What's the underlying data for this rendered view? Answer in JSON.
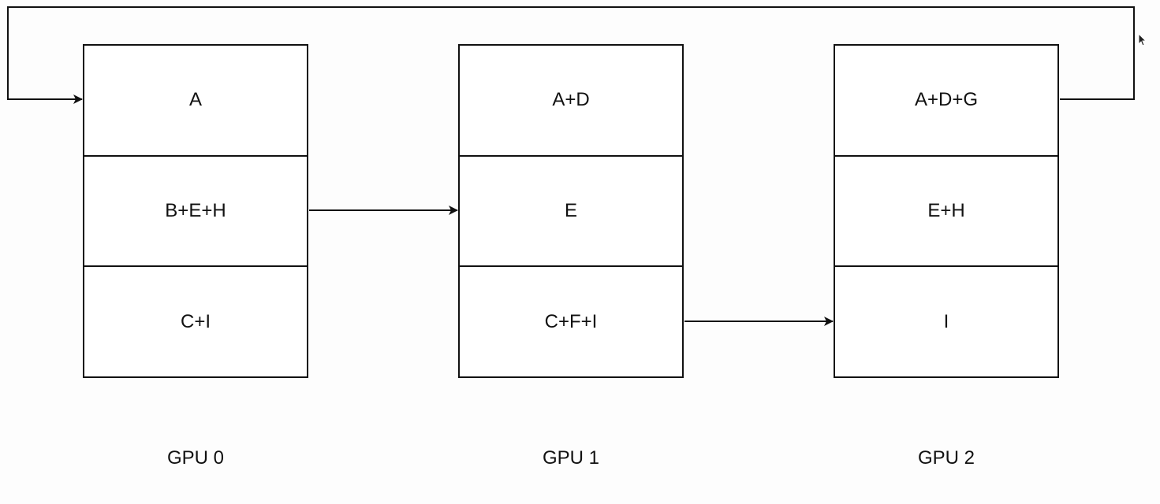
{
  "gpus": [
    {
      "label": "GPU 0",
      "cells": [
        "A",
        "B+E+H",
        "C+I"
      ]
    },
    {
      "label": "GPU 1",
      "cells": [
        "A+D",
        "E",
        "C+F+I"
      ]
    },
    {
      "label": "GPU 2",
      "cells": [
        "A+D+G",
        "E+H",
        "I"
      ]
    }
  ],
  "arrows": [
    {
      "from": "GPU 0 / B+E+H",
      "to": "GPU 1 / E"
    },
    {
      "from": "GPU 1 / C+F+I",
      "to": "GPU 2 / I"
    },
    {
      "from": "GPU 2 / A+D+G",
      "to": "GPU 0 / A"
    }
  ],
  "colors": {
    "line": "#111111",
    "background": "#fdfdfd",
    "box_fill": "#ffffff"
  },
  "icons": {
    "cursor": "mouse-pointer-icon"
  }
}
